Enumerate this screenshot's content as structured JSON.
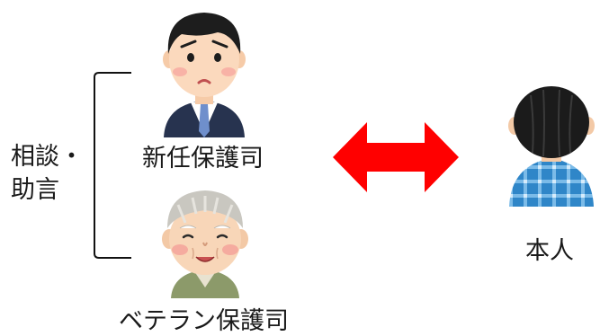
{
  "side_label": {
    "line1": "相談・",
    "line2": "助言"
  },
  "people": {
    "new": {
      "label": "新任保護司",
      "icon": "worried-man-in-suit-icon",
      "suit": "#27334f",
      "tie": "#6f8fcc"
    },
    "veteran": {
      "label": "ベテラン保護司",
      "icon": "smiling-elderly-man-icon",
      "vest": "#8c9a6a"
    },
    "self": {
      "label": "本人",
      "icon": "person-back-view-plaid-shirt-icon",
      "shirt": "#2f86c8"
    }
  },
  "connector": {
    "icon": "double-headed-arrow-icon",
    "color": "#ff0000"
  },
  "bracket": {
    "icon": "left-bracket-icon"
  }
}
